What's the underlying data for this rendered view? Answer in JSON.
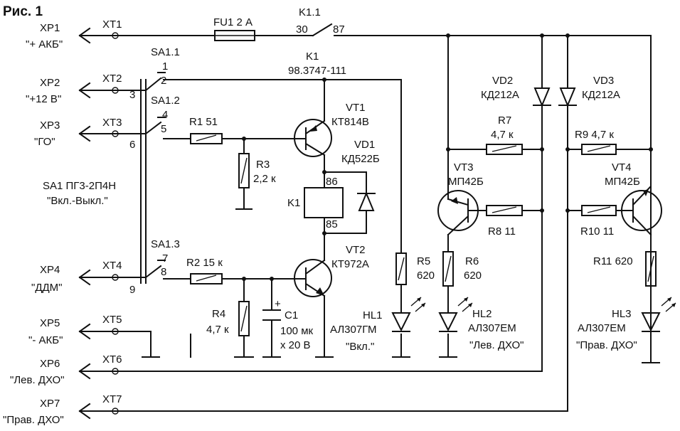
{
  "title": "Рис. 1",
  "connectors": {
    "xp1": {
      "ref": "XP1",
      "label": "\"+ АКБ\"",
      "pin": "XT1"
    },
    "xp2": {
      "ref": "XP2",
      "label": "\"+12 В\"",
      "pin": "XT2"
    },
    "xp3": {
      "ref": "XP3",
      "label": "\"ГО\"",
      "pin": "XT3"
    },
    "xp4": {
      "ref": "XP4",
      "label": "\"ДДМ\"",
      "pin": "XT4"
    },
    "xp5": {
      "ref": "XP5",
      "label": "\"- АКБ\"",
      "pin": "XT5"
    },
    "xp6": {
      "ref": "XP6",
      "label": "\"Лев. ДХО\"",
      "pin": "XT6"
    },
    "xp7": {
      "ref": "XP7",
      "label": "\"Прав. ДХО\"",
      "pin": "XT7"
    }
  },
  "fuse": {
    "label": "FU1 2 А"
  },
  "relay_contact": {
    "label": "K1.1",
    "pin_a": "30",
    "pin_b": "87"
  },
  "relay": {
    "ref": "K1",
    "type": "98.3747-111",
    "coil_label": "K1",
    "pin_a": "86",
    "pin_b": "85"
  },
  "switch": {
    "name": "SA1 ПГ3-2П4Н",
    "caption": "\"Вкл.-Выкл.\"",
    "s1": {
      "label": "SA1.1",
      "p1": "1",
      "p2": "2",
      "p3": "3"
    },
    "s2": {
      "label": "SA1.2",
      "p1": "4",
      "p2": "5",
      "p3": "6"
    },
    "s3": {
      "label": "SA1.3",
      "p1": "7",
      "p2": "8",
      "p3": "9"
    }
  },
  "resistors": {
    "r1": "R1 51",
    "r2": "R2 15 к",
    "r3_ref": "R3",
    "r3_val": "2,2 к",
    "r4_ref": "R4",
    "r4_val": "4,7 к",
    "r5_ref": "R5",
    "r5_val": "620",
    "r6_ref": "R6",
    "r6_val": "620",
    "r7_ref": "R7",
    "r7_val": "4,7 к",
    "r8": "R8 11",
    "r9": "R9 4,7 к",
    "r10": "R10 11",
    "r11": "R11 620"
  },
  "capacitor": {
    "ref": "C1",
    "val1": "100 мк",
    "val2": "х 20 В",
    "plus": "+"
  },
  "transistors": {
    "vt1_ref": "VT1",
    "vt1_type": "КТ814В",
    "vt2_ref": "VT2",
    "vt2_type": "КТ972А",
    "vt3_ref": "VT3",
    "vt3_type": "МП42Б",
    "vt4_ref": "VT4",
    "vt4_type": "МП42Б"
  },
  "diodes": {
    "vd1_ref": "VD1",
    "vd1_type": "КД522Б",
    "vd2_ref": "VD2",
    "vd2_type": "КД212А",
    "vd3_ref": "VD3",
    "vd3_type": "КД212А"
  },
  "leds": {
    "hl1_ref": "HL1",
    "hl1_type": "АЛ307ГМ",
    "hl1_caption": "\"Вкл.\"",
    "hl2_ref": "HL2",
    "hl2_type": "АЛ307ЕМ",
    "hl2_caption": "\"Лев. ДХО\"",
    "hl3_ref": "HL3",
    "hl3_type": "АЛ307ЕМ",
    "hl3_caption": "\"Прав. ДХО\""
  }
}
